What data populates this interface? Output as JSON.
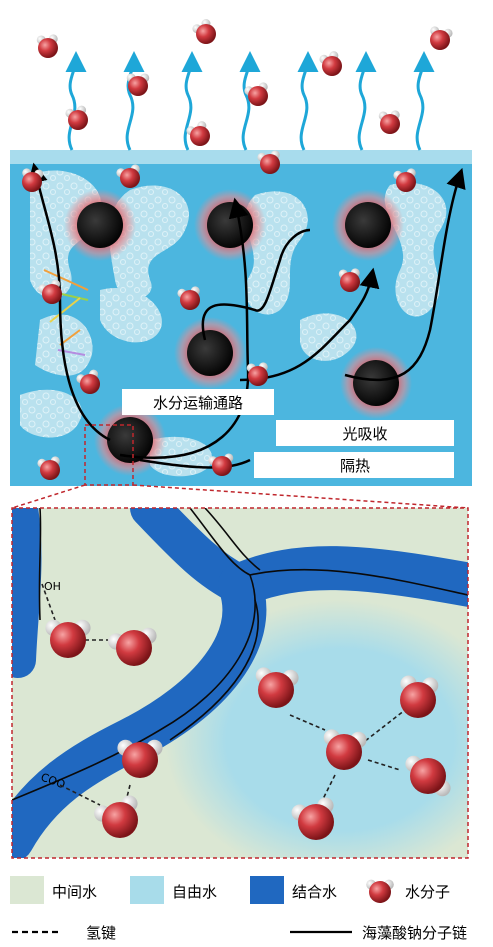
{
  "labels": {
    "water_transport_path": "水分运输通路",
    "light_absorption": "光吸收",
    "heat_insulation": "隔热",
    "oh_group": "OH",
    "coo_group": "COO"
  },
  "legend": {
    "intermediate_water": "中间水",
    "free_water": "自由水",
    "bound_water": "结合水",
    "water_molecule": "水分子",
    "hydrogen_bond": "氢键",
    "alginate_chain": "海藻酸钠分子链"
  },
  "colors": {
    "top_background": "#4cb6df",
    "top_light": "#a8dced",
    "porous_region": "#bfe4ef",
    "bound_water": "#2068c0",
    "free_water": "#a8dcea",
    "intermediate_water": "#dbe7d3",
    "vapor_arrow": "#1ea7d8",
    "molecule_red": "#c8323b",
    "particle_glow": "#e0575f",
    "zoom_border": "#c0272d"
  }
}
